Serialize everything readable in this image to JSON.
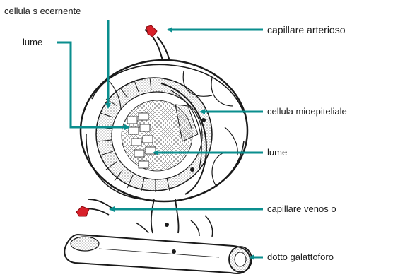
{
  "labels": {
    "cellula_secernente": "cellula s ecernente",
    "lume_left": "lume",
    "capillare_arterioso": "capillare arterioso",
    "cellula_mioepiteliale": "cellula mioepiteliale",
    "lume_right": "lume",
    "capillare_venoso": "capillare venos o",
    "dotto_galattoforo": "dotto galattoforo"
  },
  "colors": {
    "leader": "#0a8e8e",
    "ink": "#1a1a1a",
    "artery": "#d8202a"
  }
}
